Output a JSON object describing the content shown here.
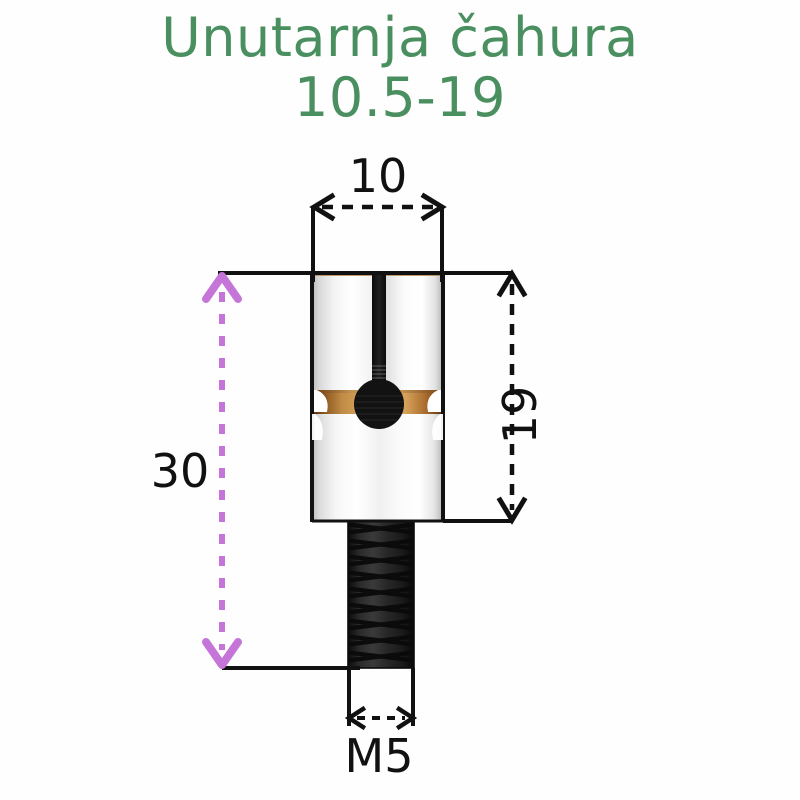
{
  "title": {
    "line1": "Unutarnja čahura",
    "line2": "10.5-19",
    "color": "#4a8f5f"
  },
  "dimensions": {
    "width_top": "10",
    "height_body": "19",
    "height_total": "30",
    "thread": "M5"
  },
  "colors": {
    "background": "#fefefe",
    "line": "#111111",
    "total_height_arrow": "#c575d8",
    "metal_light": "#ffffff",
    "metal_mid": "#d8d8d8",
    "metal_dark": "#9a9a9a",
    "copper_dark": "#7a4a18",
    "copper_light": "#d9a45c",
    "thread_dark": "#141414"
  },
  "parts": {
    "sleeve_label": "inner-sleeve-body",
    "slot_label": "vertical-slot",
    "collar_label": "copper-collar",
    "hole_label": "center-hole",
    "bolt_label": "threaded-bolt"
  }
}
